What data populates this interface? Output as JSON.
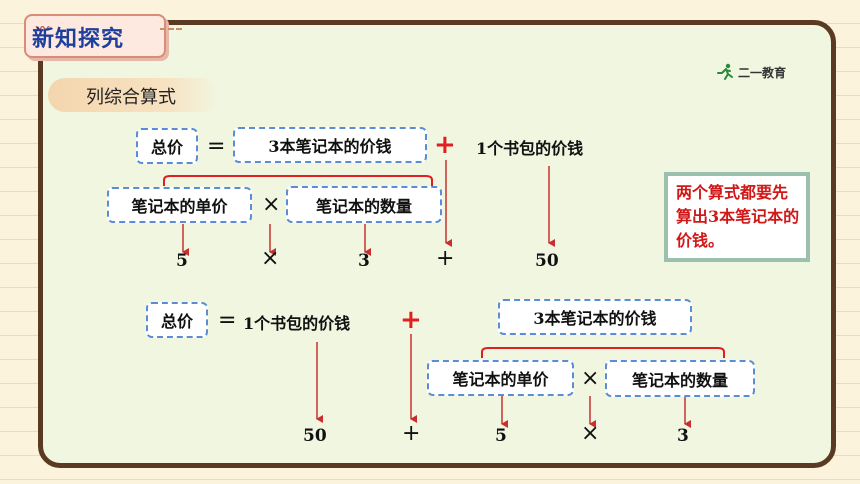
{
  "header": {
    "title": "新知探究",
    "subtitle": "列综合算式",
    "logo_text": "二一教育"
  },
  "colors": {
    "accent_red": "#e02020",
    "box_border": "#5b8dd6",
    "board_frame": "#5a3a22",
    "title_blue": "#1e3f9c"
  },
  "row1": {
    "total": "总价",
    "eq": "=",
    "notebooks3": "3本笔记本的价钱",
    "plus": "+",
    "bag": "1个书包的价钱",
    "unit_price": "笔记本的单价",
    "times": "×",
    "quantity": "笔记本的数量",
    "n1": "5",
    "op1": "×",
    "n2": "3",
    "op2": "+",
    "n3": "50"
  },
  "note": {
    "text": "两个算式都要先算出3本笔记本的价钱。"
  },
  "row2": {
    "total": "总价",
    "eq": "=",
    "bag": "1个书包的价钱",
    "plus": "+",
    "notebooks3": "3本笔记本的价钱",
    "unit_price": "笔记本的单价",
    "times": "×",
    "quantity": "笔记本的数量",
    "n1": "50",
    "op1": "+",
    "n2": "5",
    "op2": "×",
    "n3": "3"
  }
}
